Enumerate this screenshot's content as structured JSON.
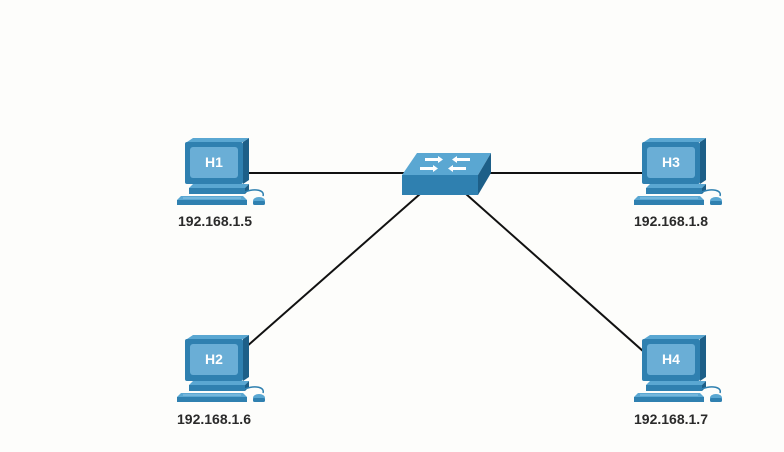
{
  "diagram": {
    "switch": {
      "icon": "network-switch-icon"
    },
    "hosts": [
      {
        "id": "H1",
        "ip": "192.168.1.5",
        "icon": "desktop-computer-icon"
      },
      {
        "id": "H2",
        "ip": "192.168.1.6",
        "icon": "desktop-computer-icon"
      },
      {
        "id": "H3",
        "ip": "192.168.1.8",
        "icon": "desktop-computer-icon"
      },
      {
        "id": "H4",
        "ip": "192.168.1.7",
        "icon": "desktop-computer-icon"
      }
    ],
    "links": [
      {
        "from": "H1",
        "to": "switch"
      },
      {
        "from": "H2",
        "to": "switch"
      },
      {
        "from": "H3",
        "to": "switch"
      },
      {
        "from": "H4",
        "to": "switch"
      }
    ],
    "colors": {
      "device_face": "#2f80b0",
      "device_top": "#5aa7d2",
      "device_side": "#1d5f88",
      "screen": "#6aaed6",
      "link": "#111111",
      "ip_text": "#2a2a2a"
    }
  }
}
